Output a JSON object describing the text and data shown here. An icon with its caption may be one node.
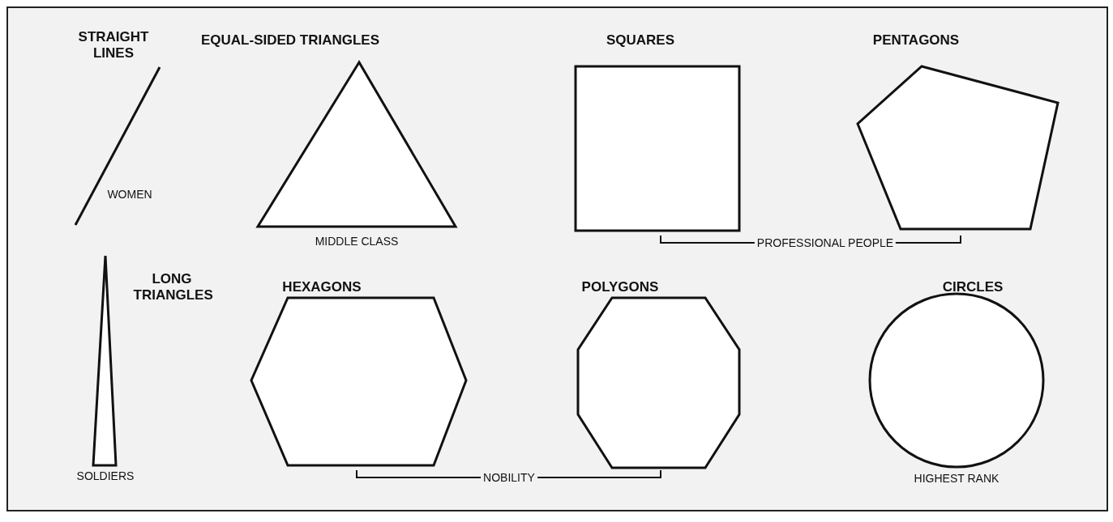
{
  "diagram": {
    "nodes": [
      {
        "text": [
          "STRAIGHT LINES",
          "WOMEN"
        ]
      },
      {
        "text": [
          "EQUAL-SIDED TRIANGLES"
        ],
        "beside": [
          "MIDDLE CLASS"
        ]
      },
      {
        "text": [
          "SQUARES"
        ]
      },
      {
        "text": [
          "PENTAGONS"
        ]
      },
      {
        "text": [
          "LONG TRIANGLES"
        ],
        "beside": [
          "SOLDIERS"
        ]
      },
      {
        "text": [
          "HEXAGONS"
        ]
      },
      {
        "text": [
          "POLYGONS"
        ]
      },
      {
        "text": [
          "CIRCLES"
        ],
        "beside": [
          "HIGHEST RANK"
        ]
      }
    ],
    "edges": [],
    "labels": [
      "PROFESSIONAL PEOPLE",
      "NOBILITY"
    ]
  }
}
